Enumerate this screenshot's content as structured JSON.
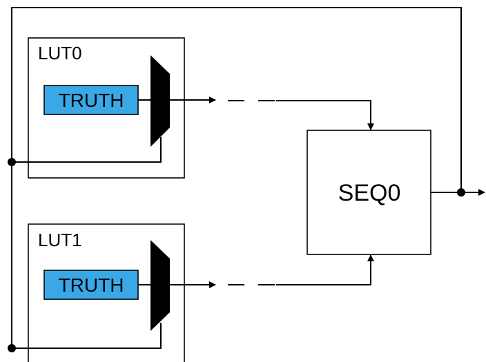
{
  "lut0": {
    "label": "LUT0",
    "truth_label": "TRUTH"
  },
  "lut1": {
    "label": "LUT1",
    "truth_label": "TRUTH"
  },
  "seq": {
    "label": "SEQ0"
  },
  "colors": {
    "truth_fill": "#3aa8e6",
    "line": "#000000",
    "background": "#ffffff"
  },
  "icons": {
    "mux": "mux-trapezoid-icon",
    "arrow": "arrowhead-icon",
    "junction": "junction-dot-icon"
  }
}
